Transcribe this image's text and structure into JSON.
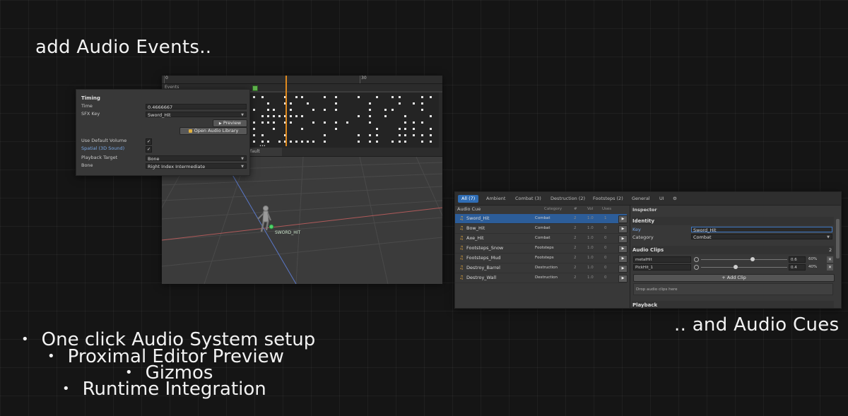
{
  "headline_events": "add Audio Events..",
  "headline_cues": ".. and Audio Cues",
  "bullets": [
    "One click Audio System setup",
    "Proximal Editor Preview",
    "Gizmos",
    "Runtime Integration"
  ],
  "bullet_glyph": "•",
  "timeline": {
    "ruler_start": "0",
    "ruler_mark": "30",
    "events_label": "Events",
    "tab_label": "fault",
    "more_glyph": "•••",
    "sfx_gizmo_label": "SWORD_HIT"
  },
  "timing_panel": {
    "header": "Timing",
    "time_label": "Time",
    "time_value": "0.4666667",
    "sfx_key_label": "SFX Key",
    "sfx_key_value": "Sword_Hit",
    "preview_button": "Preview",
    "preview_glyph": "▶",
    "open_library_button": "Open Audio Library",
    "use_default_volume_label": "Use Default Volume",
    "use_default_volume_checked": true,
    "spatial_label": "Spatial (3D Sound)",
    "spatial_checked": true,
    "check_glyph": "✓",
    "playback_target_label": "Playback Target",
    "playback_target_value": "Bone",
    "bone_label": "Bone",
    "bone_value": "Right Index Intermediate",
    "dropdown_glyph": "▼"
  },
  "cue_window": {
    "tabs": [
      {
        "label": "All (7)",
        "active": true
      },
      {
        "label": "Ambient",
        "active": false
      },
      {
        "label": "Combat (3)",
        "active": false
      },
      {
        "label": "Destruction (2)",
        "active": false
      },
      {
        "label": "Footsteps (2)",
        "active": false
      },
      {
        "label": "General",
        "active": false
      },
      {
        "label": "UI",
        "active": false
      }
    ],
    "settings_glyph": "⚙",
    "columns": {
      "cue": "Audio Cue",
      "category": "Category",
      "count": "#",
      "vol": "Vol",
      "uses": "Uses"
    },
    "rows": [
      {
        "name": "Sword_Hit",
        "category": "Combat",
        "count": "2",
        "vol": "1.0",
        "uses": "1",
        "selected": true
      },
      {
        "name": "Bow_Hit",
        "category": "Combat",
        "count": "2",
        "vol": "1.0",
        "uses": "0",
        "selected": false
      },
      {
        "name": "Axe_Hit",
        "category": "Combat",
        "count": "2",
        "vol": "1.0",
        "uses": "0",
        "selected": false
      },
      {
        "name": "Footsteps_Snow",
        "category": "Footsteps",
        "count": "2",
        "vol": "1.0",
        "uses": "0",
        "selected": false
      },
      {
        "name": "Footsteps_Mud",
        "category": "Footsteps",
        "count": "2",
        "vol": "1.0",
        "uses": "0",
        "selected": false
      },
      {
        "name": "Destroy_Barrel",
        "category": "Destruction",
        "count": "2",
        "vol": "1.0",
        "uses": "0",
        "selected": false
      },
      {
        "name": "Destroy_Wall",
        "category": "Destruction",
        "count": "2",
        "vol": "1.0",
        "uses": "0",
        "selected": false
      }
    ],
    "note_glyph": "♫",
    "play_glyph": "▶",
    "inspector": {
      "title": "Inspector",
      "identity_header": "Identity",
      "key_label": "Key",
      "key_value": "Sword_Hit",
      "category_label": "Category",
      "category_value": "Combat",
      "clips_header": "Audio Clips",
      "clips_count": "2",
      "clips": [
        {
          "name": "metalHit",
          "value": "0.6",
          "percent": "60%",
          "level": 0.6
        },
        {
          "name": "PickHit_1",
          "value": "0.4",
          "percent": "40%",
          "level": 0.4
        }
      ],
      "remove_glyph": "✕",
      "add_clip_button": "+ Add Clip",
      "drop_hint": "Drop audio clips here",
      "playback_header": "Playback"
    }
  }
}
